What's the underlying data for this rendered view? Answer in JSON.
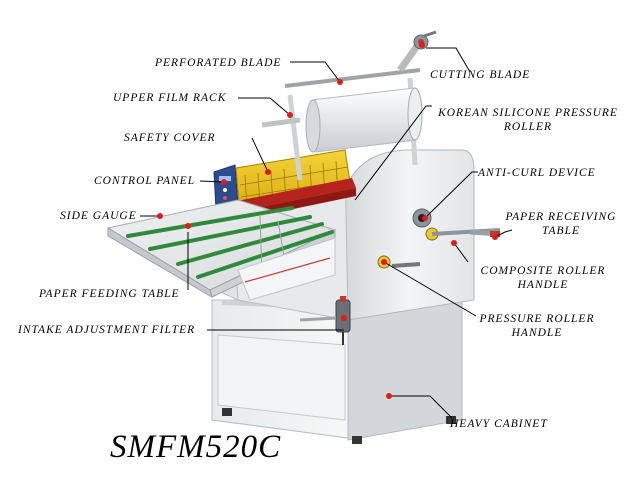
{
  "labels": {
    "perforated_blade": "PERFORATED BLADE",
    "cutting_blade": "CUTTING BLADE",
    "upper_film_rack": "UPPER FILM RACK",
    "korean_roller_line1": "KOREAN SILICONE PRESSURE",
    "korean_roller_line2": "ROLLER",
    "safety_cover": "SAFETY COVER",
    "control_panel": "CONTROL PANEL",
    "anti_curl": "ANTI-CURL DEVICE",
    "side_gauge": "SIDE GAUGE",
    "paper_receiving_line1": "PAPER RECEIVING",
    "paper_receiving_line2": "TABLE",
    "composite_roller_line1": "COMPOSITE ROLLER",
    "composite_roller_line2": "HANDLE",
    "paper_feeding": "PAPER FEEDING TABLE",
    "pressure_roller_line1": "PRESSURE ROLLER",
    "pressure_roller_line2": "HANDLE",
    "intake_filter": "INTAKE ADJUSTMENT FILTER",
    "heavy_cabinet": "HEAVY CABINET"
  },
  "model_name": "SMFM520C",
  "colors": {
    "machine_body": "#eceeef",
    "cover_yellow": "#e9c21a",
    "roller_red": "#c8322c",
    "belt_green": "#2f8a3c",
    "callout_red": "#e01b1b",
    "leader_line": "#000000"
  }
}
